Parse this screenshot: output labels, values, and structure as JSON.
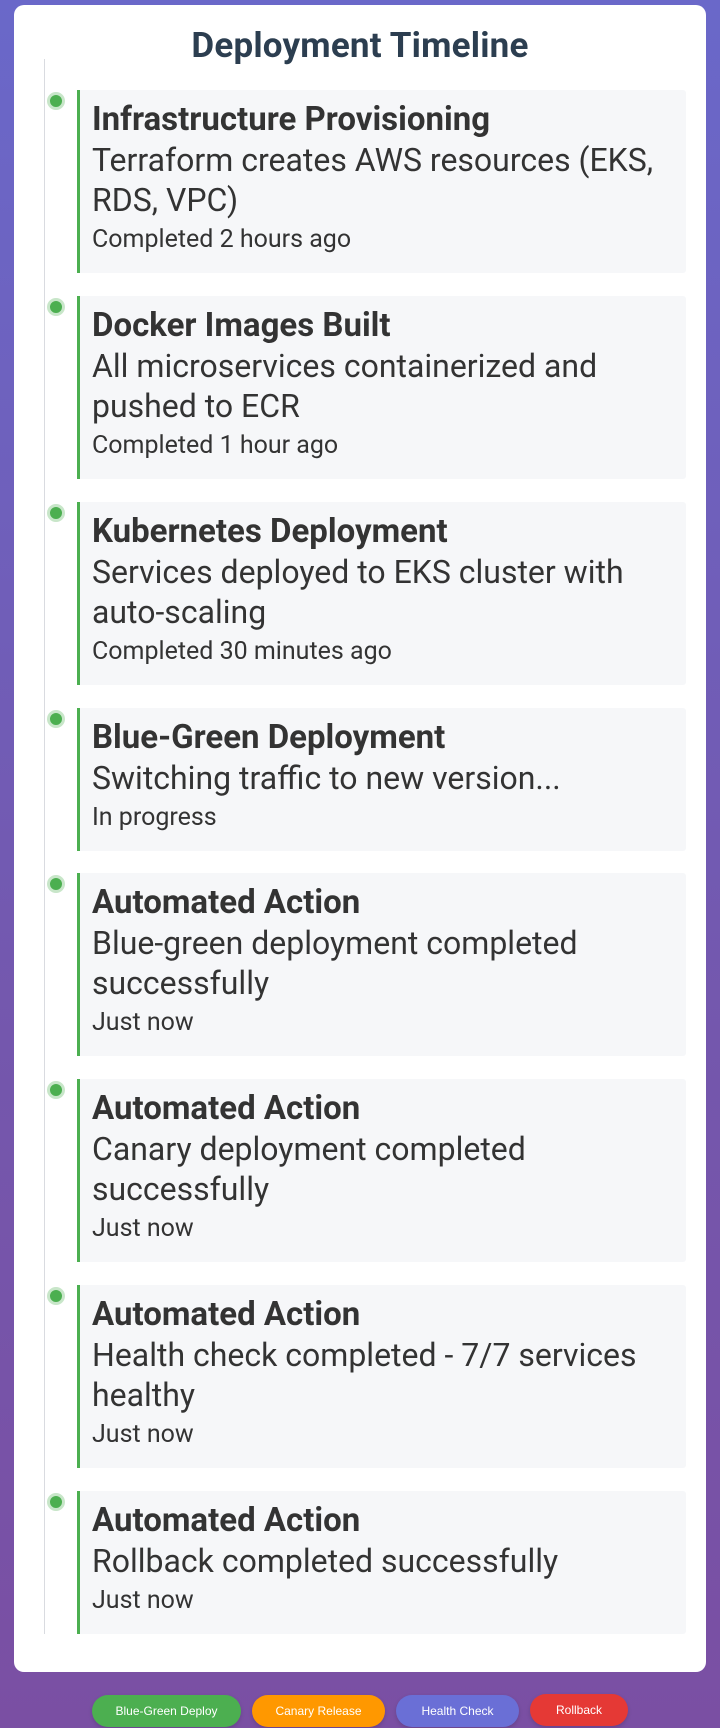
{
  "header": {
    "title": "Deployment Timeline"
  },
  "colors": {
    "status_complete": "#4caf50",
    "title": "#2c3e50",
    "card_bg": "#f6f7f9"
  },
  "timeline": {
    "items": [
      {
        "title": "Infrastructure Provisioning",
        "description": "Terraform creates AWS resources (EKS, RDS, VPC)",
        "time": "Completed 2 hours ago",
        "icon": "status-dot-icon"
      },
      {
        "title": "Docker Images Built",
        "description": "All microservices containerized and pushed to ECR",
        "time": "Completed 1 hour ago",
        "icon": "status-dot-icon"
      },
      {
        "title": "Kubernetes Deployment",
        "description": "Services deployed to EKS cluster with auto-scaling",
        "time": "Completed 30 minutes ago",
        "icon": "status-dot-icon"
      },
      {
        "title": "Blue-Green Deployment",
        "description": "Switching traffic to new version...",
        "time": "In progress",
        "icon": "status-dot-icon"
      },
      {
        "title": "Automated Action",
        "description": "Blue-green deployment completed successfully",
        "time": "Just now",
        "icon": "status-dot-icon"
      },
      {
        "title": "Automated Action",
        "description": "Canary deployment completed successfully",
        "time": "Just now",
        "icon": "status-dot-icon"
      },
      {
        "title": "Automated Action",
        "description": "Health check completed - 7/7 services healthy",
        "time": "Just now",
        "icon": "status-dot-icon"
      },
      {
        "title": "Automated Action",
        "description": "Rollback completed successfully",
        "time": "Just now",
        "icon": "status-dot-icon"
      }
    ]
  },
  "actions": {
    "blue_green": {
      "label": "Blue-Green Deploy",
      "color": "#4caf50"
    },
    "canary": {
      "label": "Canary Release",
      "color": "#ff9800"
    },
    "health_check": {
      "label": "Health Check",
      "color": "#6a6fd6"
    },
    "rollback": {
      "label": "Rollback",
      "color": "#e53935"
    }
  }
}
